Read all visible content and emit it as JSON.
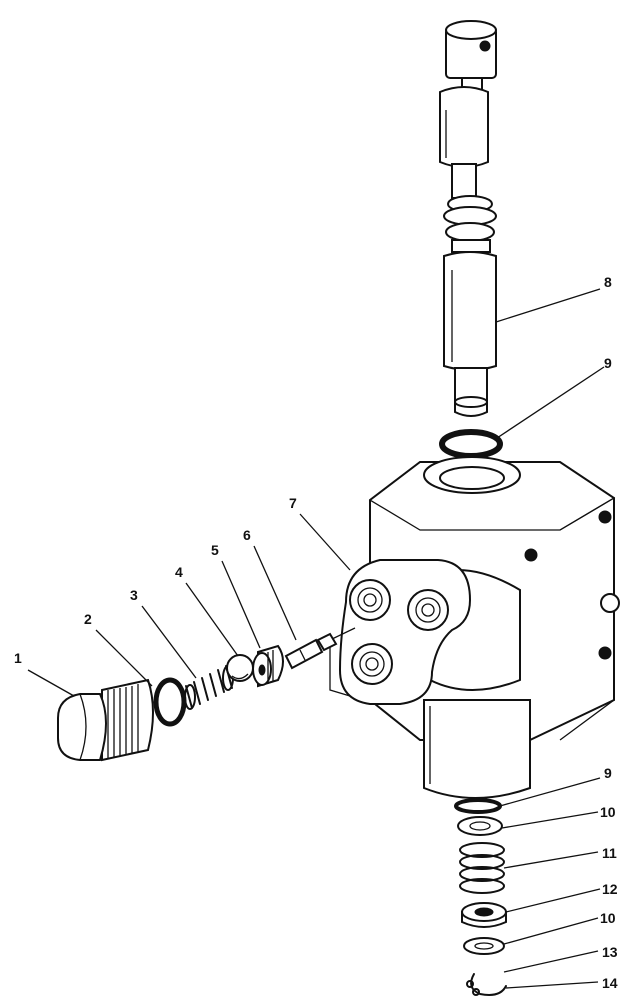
{
  "callouts": [
    {
      "id": "c1",
      "text": "1"
    },
    {
      "id": "c2",
      "text": "2"
    },
    {
      "id": "c3",
      "text": "3"
    },
    {
      "id": "c4",
      "text": "4"
    },
    {
      "id": "c5",
      "text": "5"
    },
    {
      "id": "c6",
      "text": "6"
    },
    {
      "id": "c7",
      "text": "7"
    },
    {
      "id": "c8",
      "text": "8"
    },
    {
      "id": "c9a",
      "text": "9"
    },
    {
      "id": "c9b",
      "text": "9"
    },
    {
      "id": "c10a",
      "text": "10"
    },
    {
      "id": "c11",
      "text": "11"
    },
    {
      "id": "c12",
      "text": "12"
    },
    {
      "id": "c10b",
      "text": "10"
    },
    {
      "id": "c13",
      "text": "13"
    },
    {
      "id": "c14",
      "text": "14"
    }
  ],
  "colors": {
    "ink": "#111111",
    "paper": "#ffffff"
  }
}
